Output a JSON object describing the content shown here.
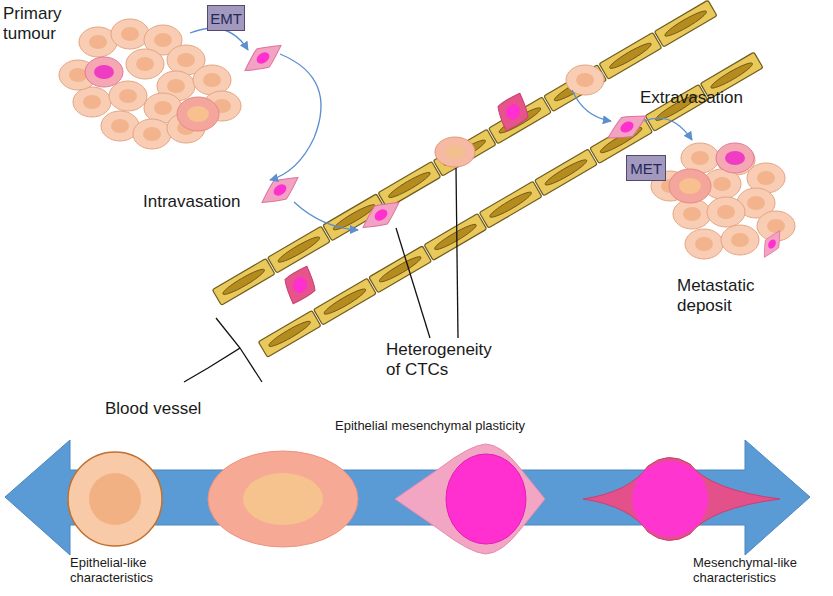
{
  "diagram": {
    "nodes": [
      {
        "text": [
          "EMT"
        ]
      },
      {
        "text": [
          "MET"
        ]
      }
    ],
    "labels": [
      "Primary tumour",
      "Intravasation",
      "Blood vessel",
      "Heterogeneity of CTCs",
      "Extravasation",
      "Metastatic deposit",
      "Epithelial mesenchymal plasticity",
      "Epithelial-like characteristics",
      "Mesenchymal-like characteristics"
    ]
  }
}
